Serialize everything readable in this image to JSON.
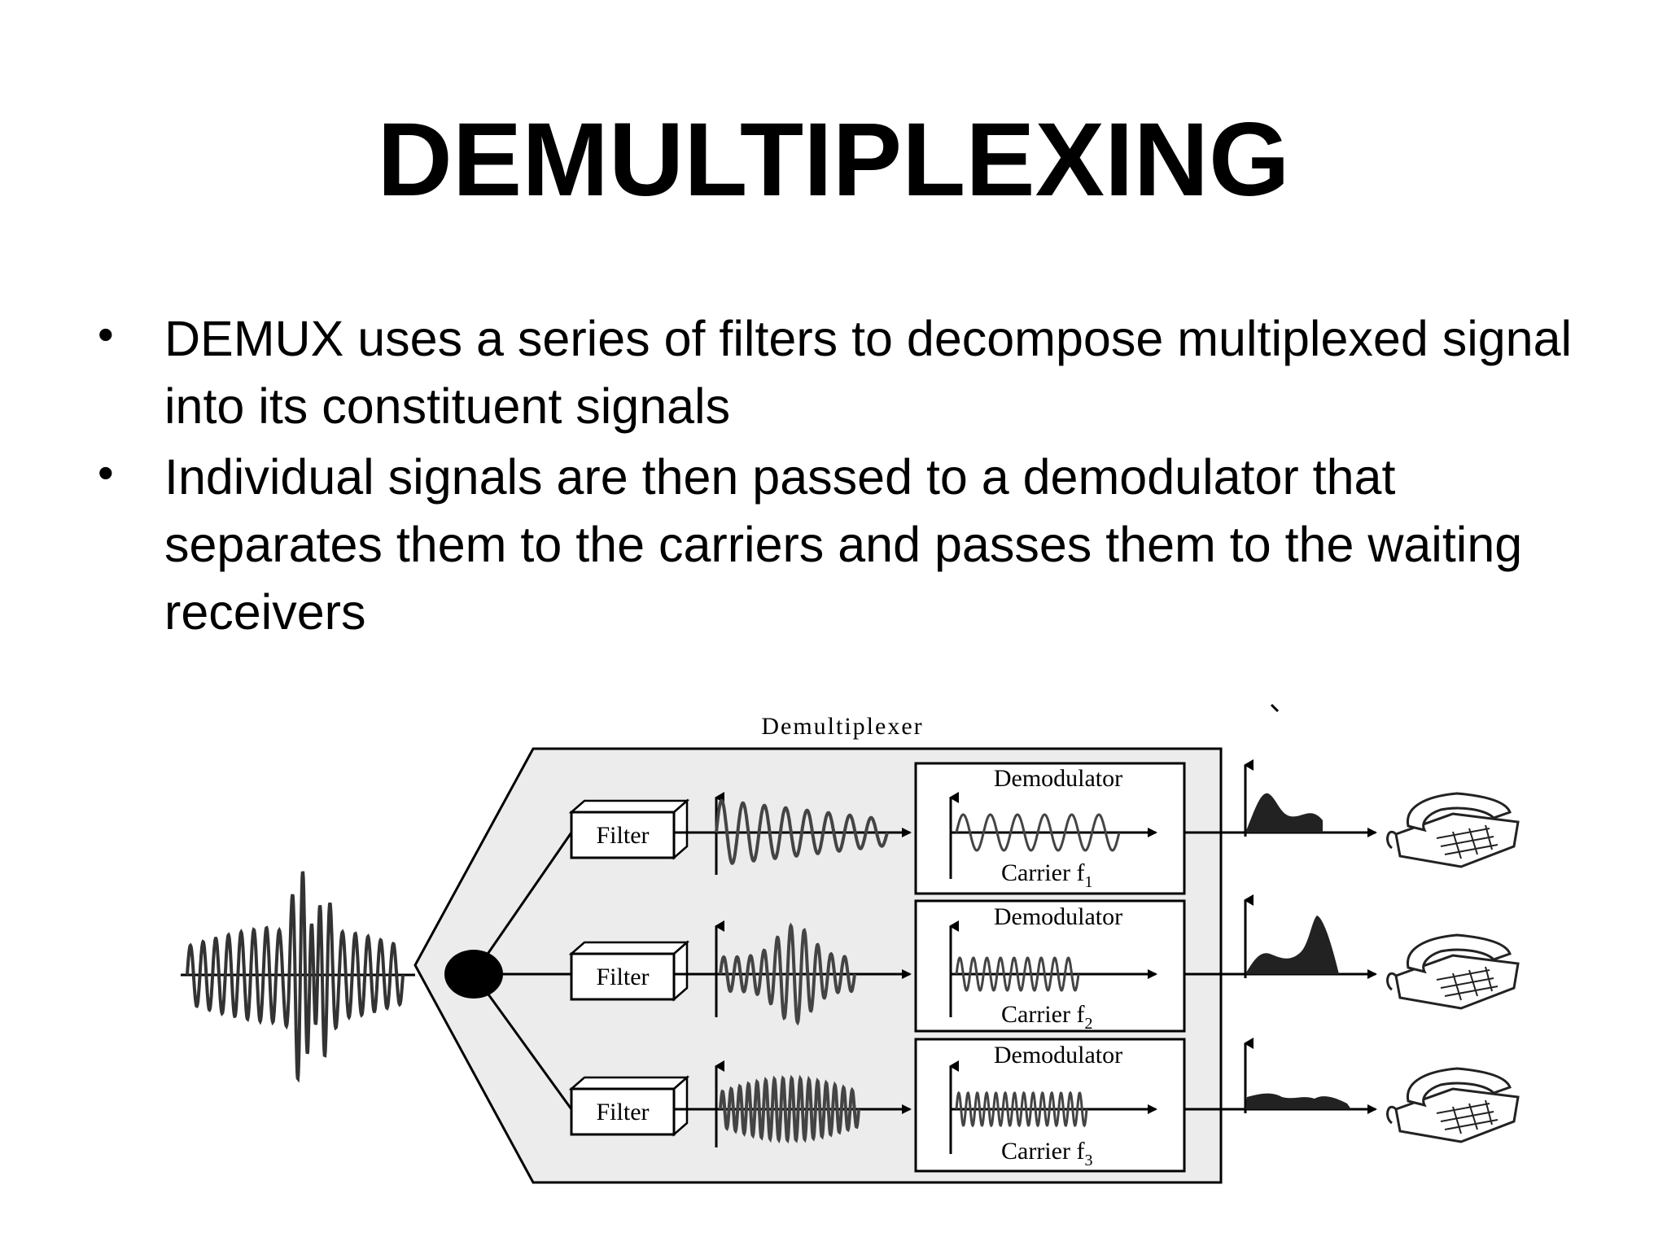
{
  "slide": {
    "title": "DEMULTIPLEXING",
    "bullets": [
      "DEMUX uses a series of filters to decompose multiplexed signal into its constituent signals",
      "Individual signals are then passed to a demodulator that separates them to the carriers and passes them to the waiting receivers"
    ]
  },
  "diagram": {
    "box_label": "Demultiplexer",
    "channels": [
      {
        "filter_label": "Filter",
        "demod_label": "Demodulator",
        "carrier_label": "Carrier f",
        "carrier_sub": "1"
      },
      {
        "filter_label": "Filter",
        "demod_label": "Demodulator",
        "carrier_label": "Carrier f",
        "carrier_sub": "2"
      },
      {
        "filter_label": "Filter",
        "demod_label": "Demodulator",
        "carrier_label": "Carrier f",
        "carrier_sub": "3"
      }
    ],
    "receiver_icon": "telephone-icon",
    "colors": {
      "box_fill": "#ececec",
      "stroke": "#000000",
      "wave": "#444444"
    }
  }
}
